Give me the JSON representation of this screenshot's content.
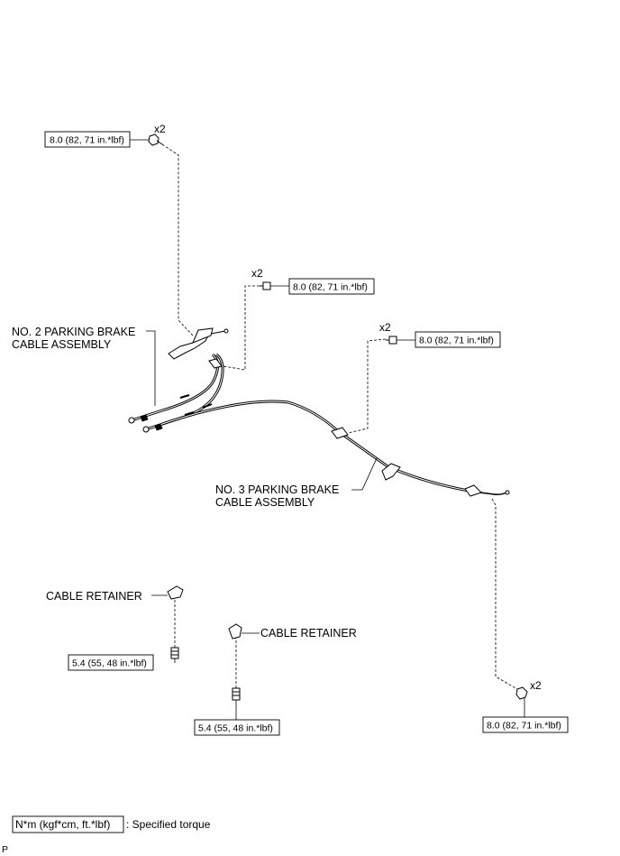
{
  "torques": {
    "upper_left": "8.0 (82, 71 in.*lbf)",
    "upper_mid": "8.0 (82, 71 in.*lbf)",
    "right_mid": "8.0 (82, 71 in.*lbf)",
    "bottom_right": "8.0 (82, 71 in.*lbf)",
    "retainer_left": "5.4 (55, 48 in.*lbf)",
    "retainer_mid": "5.4 (55, 48 in.*lbf)"
  },
  "quantity": "x2",
  "labels": {
    "no2_cable_line1": "NO. 2 PARKING BRAKE",
    "no2_cable_line2": "CABLE ASSEMBLY",
    "no3_cable_line1": "NO. 3 PARKING BRAKE",
    "no3_cable_line2": "CABLE ASSEMBLY",
    "cable_retainer": "CABLE RETAINER"
  },
  "legend": {
    "unit_box": "N*m (kgf*cm, ft.*lbf)",
    "text": ": Specified torque"
  },
  "corner_mark": "P"
}
